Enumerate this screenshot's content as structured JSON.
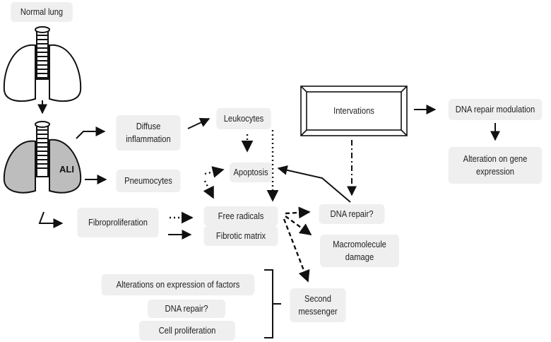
{
  "boxes": {
    "normal_lung": "Normal lung",
    "diffuse_inflammation": "Diffuse\ninflammation",
    "leukocytes": "Leukocytes",
    "interventions": "Intervations",
    "dna_repair_modulation": "DNA repair modulation",
    "alteration_gene_expression": "Alteration on gene\nexpression",
    "pneumocytes": "Pneumocytes",
    "apoptosis": "Apoptosis",
    "fibroproliferation": "Fibroproliferation",
    "free_radicals": "Free radicals",
    "dna_repair_q": "DNA repair?",
    "fibrotic_matrix": "Fibrotic matrix",
    "macromolecule_damage": "Macromolecule\ndamage",
    "alterations_factors": "Alterations on expression of factors",
    "dna_repair_q2": "DNA repair?",
    "cell_proliferation": "Cell proliferation",
    "second_messenger": "Second\nmessenger"
  },
  "lung_label": "ALI",
  "colors": {
    "box_fill": "#efefef",
    "diseased_lung": "#bdbdbd",
    "line": "#111111"
  }
}
